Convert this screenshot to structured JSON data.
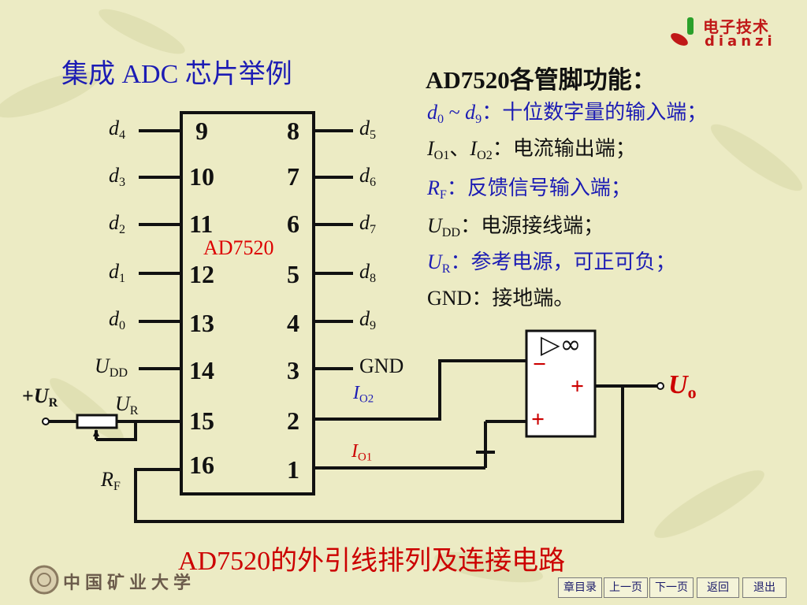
{
  "slide": {
    "title": "集成 ADC 芯片举例",
    "caption": "AD7520的外引线排列及连接电路",
    "brand_line1": "电子技术",
    "brand_line2": "dianzi",
    "university": "中国矿业大学"
  },
  "functions": {
    "heading": "AD7520各管脚功能：",
    "d_range_sep": " ~ ",
    "d_text": "：十位数字量的输入端；",
    "io_sep": "、",
    "io_text": "：电流输出端；",
    "rf_text": "：反馈信号输入端；",
    "udd_text": "：电源接线端；",
    "ur_text": "：参考电源，可正可负；",
    "gnd_label": "GND",
    "gnd_text": "：接地端。"
  },
  "chip": {
    "name": "AD7520",
    "left_pins": [
      "9",
      "10",
      "11",
      "12",
      "13",
      "14",
      "15",
      "16"
    ],
    "right_pins": [
      "8",
      "7",
      "6",
      "5",
      "4",
      "3",
      "2",
      "1"
    ],
    "gnd_label": "GND"
  },
  "signals": {
    "d_letter": "d",
    "left_subs": [
      "4",
      "3",
      "2",
      "1",
      "0"
    ],
    "right_subs": [
      "5",
      "6",
      "7",
      "8",
      "9"
    ],
    "u": "U",
    "dd": "DD",
    "r": "R",
    "f": "F",
    "i": "I",
    "o1": "O1",
    "o2": "O2",
    "o": "o",
    "plus": "+"
  },
  "opamp": {
    "symbol": "▷∞",
    "minus": "−",
    "plus_out": "+",
    "plus_in": "+"
  },
  "nav": {
    "toc": "章目录",
    "prev": "上一页",
    "next": "下一页",
    "back": "返回",
    "exit": "退出"
  },
  "colors": {
    "background": "#ecebc4",
    "title_blue": "#1c1cb4",
    "accent_red": "#cc0000"
  }
}
